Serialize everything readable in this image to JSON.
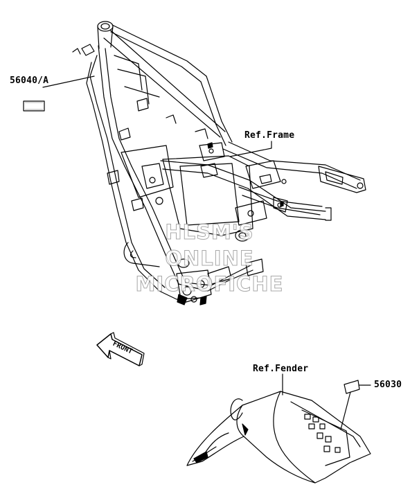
{
  "callouts": {
    "part_56040": "56040/A",
    "ref_frame": "Ref.Frame",
    "ref_fender": "Ref.Fender",
    "part_56030": "56030"
  },
  "direction_arrow": {
    "label": "FRONT",
    "icon": "front-arrow-icon"
  },
  "watermark": {
    "line1": "HLSM'S",
    "line2": "ONLINE",
    "line3": "MICROFICHE"
  }
}
